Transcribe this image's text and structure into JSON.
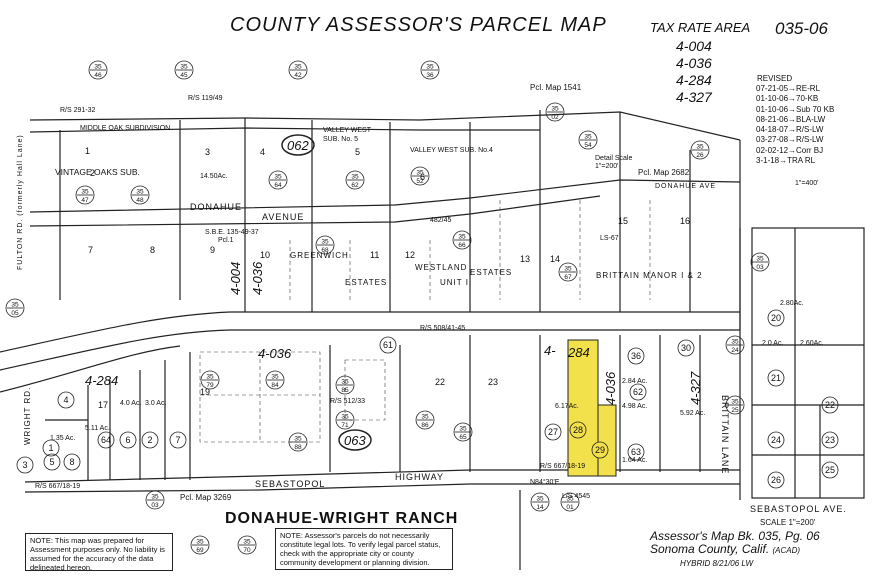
{
  "title": "COUNTY ASSESSOR'S PARCEL MAP",
  "tax_rate_area": {
    "label": "TAX RATE AREA",
    "codes": [
      "4-004",
      "4-036",
      "4-284",
      "4-327"
    ]
  },
  "page_number": "035-06",
  "revised": {
    "label": "REVISED",
    "entries": [
      "07-21-05→RE-RL",
      "01-10-06→70-KB",
      "01-10-06→Sub 70 KB",
      "08-21-06→BLA-LW",
      "04-18-07→R/S-LW",
      "03-27-08→R/S-LW",
      "02-02-12→Corr BJ",
      "3-1-18→TRA RL"
    ]
  },
  "notes": {
    "left": "NOTE: This map was prepared for Assessment purposes only. No liability is assumed for the accuracy of the data delineated hereon.",
    "right": "NOTE: Assessor's parcels do not necessarily constitute legal lots. To verify legal parcel status, check with the appropriate city or county community development or planning division."
  },
  "footer": {
    "line1": "Assessor's Map Bk. 035, Pg. 06",
    "line2": "Sonoma County, Calif.",
    "acad": "(ACAD)",
    "stamp": "HYBRID 8/21/06 LW"
  },
  "subdivision_name": "DONAHUE-WRIGHT RANCH",
  "scale_main": "SCALE 1\"=200'",
  "map_labels": {
    "streets": [
      "DONAHUE",
      "AVENUE",
      "SEBASTOPOL",
      "HIGHWAY",
      "SEBASTOPOL AVE.",
      "BRITTAIN LANE",
      "WRIGHT RD.",
      "FULTON RD. (formerly Hall Lane)",
      "DONAHUE AVE"
    ],
    "subdivisions": [
      "VINTAGE OAKS SUB.",
      "MIDDLE OAK SUBDIVISION",
      "VALLEY WEST SUB. No. 5",
      "VALLEY WEST SUB. No.4",
      "GREENWICH ESTATES",
      "WESTLAND UNIT I ESTATES",
      "BRITTAIN MANOR I & 2"
    ],
    "pcl_maps": [
      "Pcl. Map 1541",
      "Pcl. Map 2682",
      "Pcl. Map 3269"
    ],
    "book_refs": [
      "R/S 291-32",
      "R/S 119/49",
      "R/S 508/41-45",
      "R/S 667/18-19",
      "R/S 512/33"
    ],
    "book_circles": [
      {
        "top": "35",
        "bottom": "46"
      },
      {
        "top": "35",
        "bottom": "45"
      },
      {
        "top": "35",
        "bottom": "42"
      },
      {
        "top": "35",
        "bottom": "36"
      },
      {
        "top": "35",
        "bottom": "02"
      },
      {
        "top": "35",
        "bottom": "47"
      },
      {
        "top": "35",
        "bottom": "48"
      },
      {
        "top": "35",
        "bottom": "64"
      },
      {
        "top": "35",
        "bottom": "62"
      },
      {
        "top": "35",
        "bottom": "52"
      },
      {
        "top": "35",
        "bottom": "54"
      },
      {
        "top": "35",
        "bottom": "68"
      },
      {
        "top": "35",
        "bottom": "66"
      },
      {
        "top": "35",
        "bottom": "67"
      },
      {
        "top": "35",
        "bottom": "26"
      },
      {
        "top": "35",
        "bottom": "03"
      },
      {
        "top": "35",
        "bottom": "79"
      },
      {
        "top": "35",
        "bottom": "84"
      },
      {
        "top": "35",
        "bottom": "85"
      },
      {
        "top": "35",
        "bottom": "71"
      },
      {
        "top": "35",
        "bottom": "86"
      },
      {
        "top": "35",
        "bottom": "88"
      },
      {
        "top": "35",
        "bottom": "65"
      },
      {
        "top": "35",
        "bottom": "69"
      },
      {
        "top": "35",
        "bottom": "70"
      },
      {
        "top": "35",
        "bottom": "25"
      },
      {
        "top": "35",
        "bottom": "24"
      },
      {
        "top": "35",
        "bottom": "14"
      },
      {
        "top": "35",
        "bottom": "01"
      },
      {
        "top": "35",
        "bottom": "05"
      },
      {
        "top": "35",
        "bottom": "03"
      }
    ],
    "page_circles": [
      "062",
      "063"
    ],
    "parcel_circles": [
      "61",
      "20",
      "21",
      "22",
      "23",
      "24",
      "25",
      "26",
      "27",
      "28",
      "29",
      "30",
      "36",
      "62",
      "63",
      "64",
      "6",
      "7",
      "8",
      "5",
      "3",
      "4",
      "1",
      "2"
    ],
    "highlight_parcel": "29",
    "highlight_area": "6.17Ac.",
    "tra_labels": [
      "4-004",
      "4-036",
      "4-284",
      "4-327"
    ],
    "parcel_numbers": [
      "1",
      "2",
      "3",
      "4",
      "5",
      "6",
      "7",
      "8",
      "9",
      "10",
      "11",
      "12",
      "13",
      "14",
      "15",
      "16",
      "17",
      "19",
      "22",
      "23"
    ],
    "other_text": [
      "Detail Scale 1\"=200'",
      "1\"=400'",
      "14.50Ac.",
      "S.B.E. 135-49-37 Pcl.1",
      "482/45",
      "LS-67",
      "L/S 4545",
      "N84°30'E",
      "2.84 Ac.",
      "4.98 Ac.",
      "5.92 Ac.",
      "1.64 Ac.",
      "2.80Ac.",
      "2.0 Ac.",
      "2.60Ac.",
      "5.11 Ac.",
      "4.0 Ac.",
      "3.0 Ac.",
      "1.35 Ac."
    ]
  }
}
